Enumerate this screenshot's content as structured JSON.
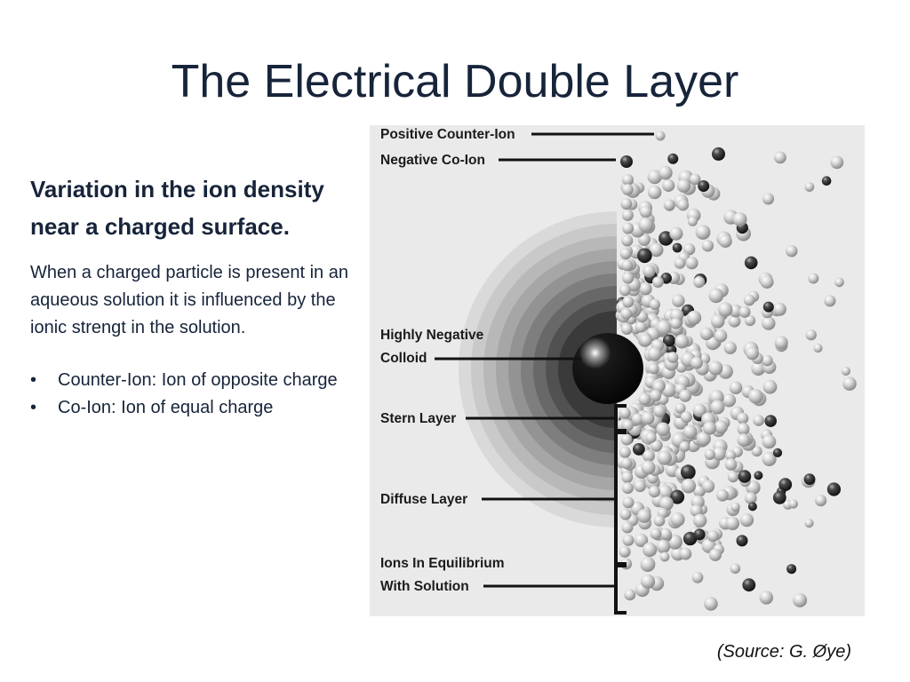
{
  "title": "The Electrical Double Layer",
  "heading": "Variation in the ion density near a charged surface.",
  "paragraph": "When a charged particle is present in an aqueous solution it is influenced by the ionic strengt in the solution.",
  "bullets": [
    "Counter-Ion: Ion of opposite charge",
    "Co-Ion: Ion of equal charge"
  ],
  "diagram": {
    "labels": {
      "positive_counter_ion": "Positive Counter-Ion",
      "negative_co_ion": "Negative Co-Ion",
      "highly_negative_colloid_line1": "Highly Negative",
      "highly_negative_colloid_line2": "Colloid",
      "stern_layer": "Stern Layer",
      "diffuse_layer": "Diffuse Layer",
      "ions_in_equilibrium_line1": "Ions In Equilibrium",
      "ions_in_equilibrium_line2": "With Solution"
    },
    "colors": {
      "background": "#eaeaea",
      "positive_ion": "#d0d0d0",
      "negative_ion": "#3a3a3a",
      "colloid": "#0d0d0d"
    }
  },
  "source": "(Source: G. Øye)"
}
